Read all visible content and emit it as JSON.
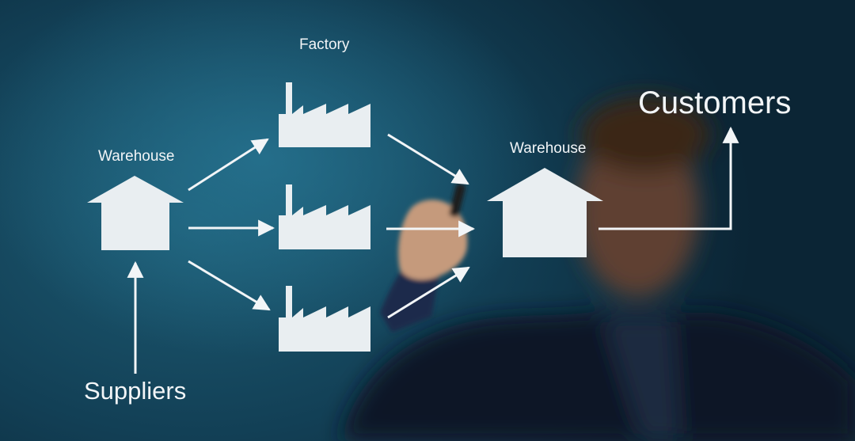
{
  "diagram": {
    "nodes": {
      "factory_label": "Factory",
      "warehouse_left_label": "Warehouse",
      "warehouse_right_label": "Warehouse",
      "customers_label": "Customers",
      "suppliers_label": "Suppliers"
    },
    "edges": [
      {
        "from": "Suppliers",
        "to": "Warehouse"
      },
      {
        "from": "Warehouse",
        "to": "Factory"
      },
      {
        "from": "Factory",
        "to": "Warehouse"
      },
      {
        "from": "Warehouse",
        "to": "Customers"
      }
    ],
    "colors": {
      "background": "#174a62",
      "icon_fill": "#e9eef1",
      "arrow": "#f2f5f7"
    },
    "icons": [
      "house-icon",
      "factory-icon"
    ]
  }
}
